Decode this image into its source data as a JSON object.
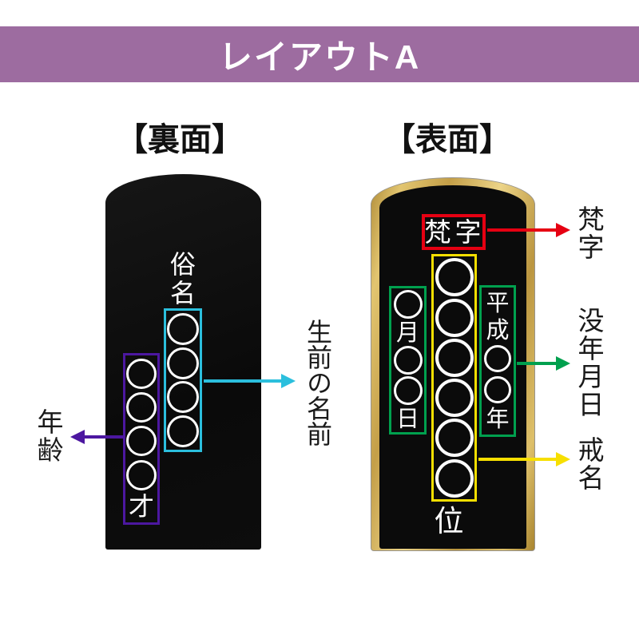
{
  "header": {
    "title": "レイアウトA"
  },
  "back_panel": {
    "heading": "【裏面】",
    "zokumyo_label": "俗名",
    "name_column": [
      "○",
      "○",
      "○",
      "○"
    ],
    "age_column": [
      "○",
      "○",
      "○",
      "○",
      "才"
    ],
    "age_label": "年齢",
    "name_label": "生前の名前"
  },
  "front_panel": {
    "heading": "【表面】",
    "bonji_box_text": "梵字",
    "kaimyo_column": [
      "○",
      "○",
      "○",
      "○",
      "○",
      "○"
    ],
    "death_day_column": [
      "○",
      "月",
      "○",
      "○",
      "日"
    ],
    "death_year_column": [
      "平",
      "成",
      "○",
      "○",
      "年"
    ],
    "rank_char": "位",
    "bonji_label": "梵字",
    "death_date_label": "没年月日",
    "kaimyo_label": "戒名"
  },
  "colors": {
    "header_bg": "#9D6CA0",
    "tablet_black": "#0C0C0C",
    "gold_frame": "#C9A44E",
    "red": "#E60012",
    "yellow": "#F7DF00",
    "green": "#00A04E",
    "cyan": "#2BBFDD",
    "purple": "#4C17A0"
  }
}
